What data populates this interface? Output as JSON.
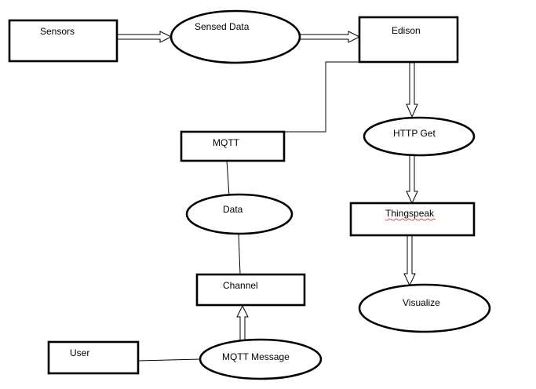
{
  "diagram": {
    "nodes": {
      "sensors": "Sensors",
      "sensed_data": "Sensed Data",
      "edison": "Edison",
      "http_get": "HTTP Get",
      "thingspeak": "Thingspeak",
      "visualize": "Visualize",
      "mqtt": "MQTT",
      "data": "Data",
      "channel": "Channel",
      "user": "User",
      "mqtt_message": "MQTT Message"
    },
    "colors": {
      "stroke": "#000000",
      "fill": "#ffffff",
      "spellcheck_underline": "#d02020"
    }
  }
}
